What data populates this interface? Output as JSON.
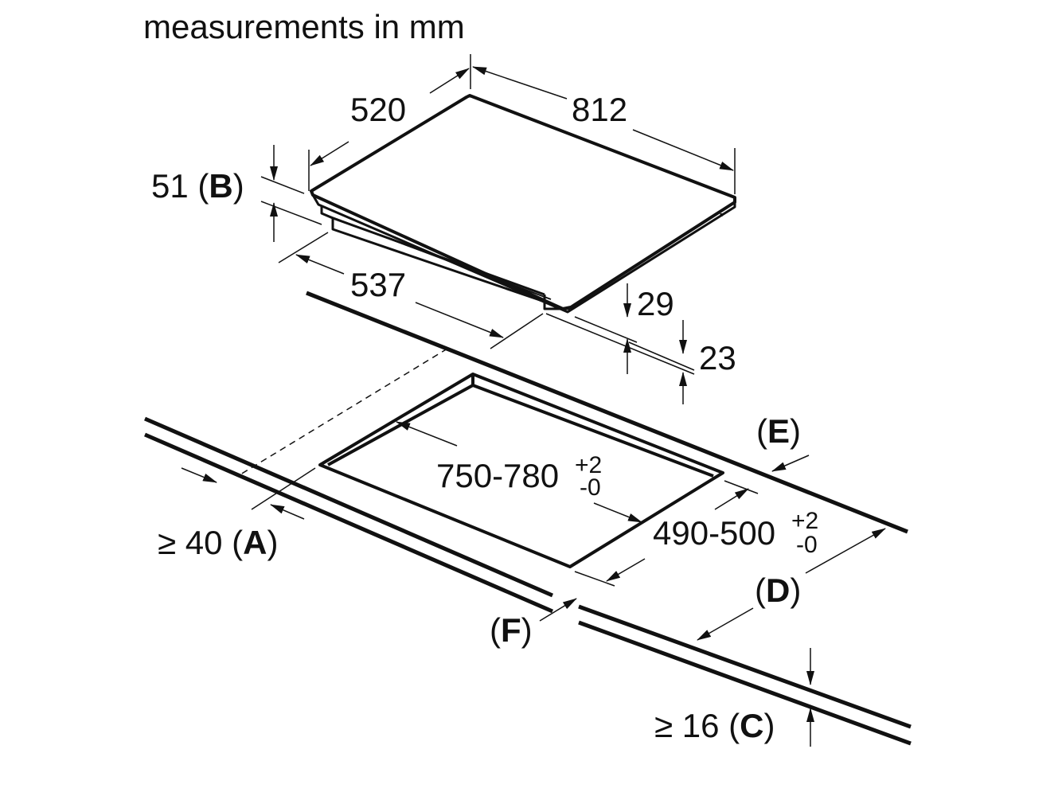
{
  "caption": "measurements in mm",
  "dims": {
    "width_top": "812",
    "depth_top": "520",
    "height_total_value": "51",
    "height_total_code": "B",
    "width_bottom": "537",
    "step_upper": "29",
    "step_lower": "23",
    "cutout_width_base": "750-780",
    "cutout_width_tol_plus": "+2",
    "cutout_width_tol_minus": "-0",
    "cutout_depth_base": "490-500",
    "cutout_depth_tol_plus": "+2",
    "cutout_depth_tol_minus": "-0",
    "min_front_value": "≥ 40",
    "min_front_code": "A",
    "min_thickness_value": "≥ 16",
    "min_thickness_code": "C",
    "code_d": "D",
    "code_e": "E",
    "code_f": "F"
  },
  "colors": {
    "line": "#111111",
    "background": "#ffffff"
  }
}
